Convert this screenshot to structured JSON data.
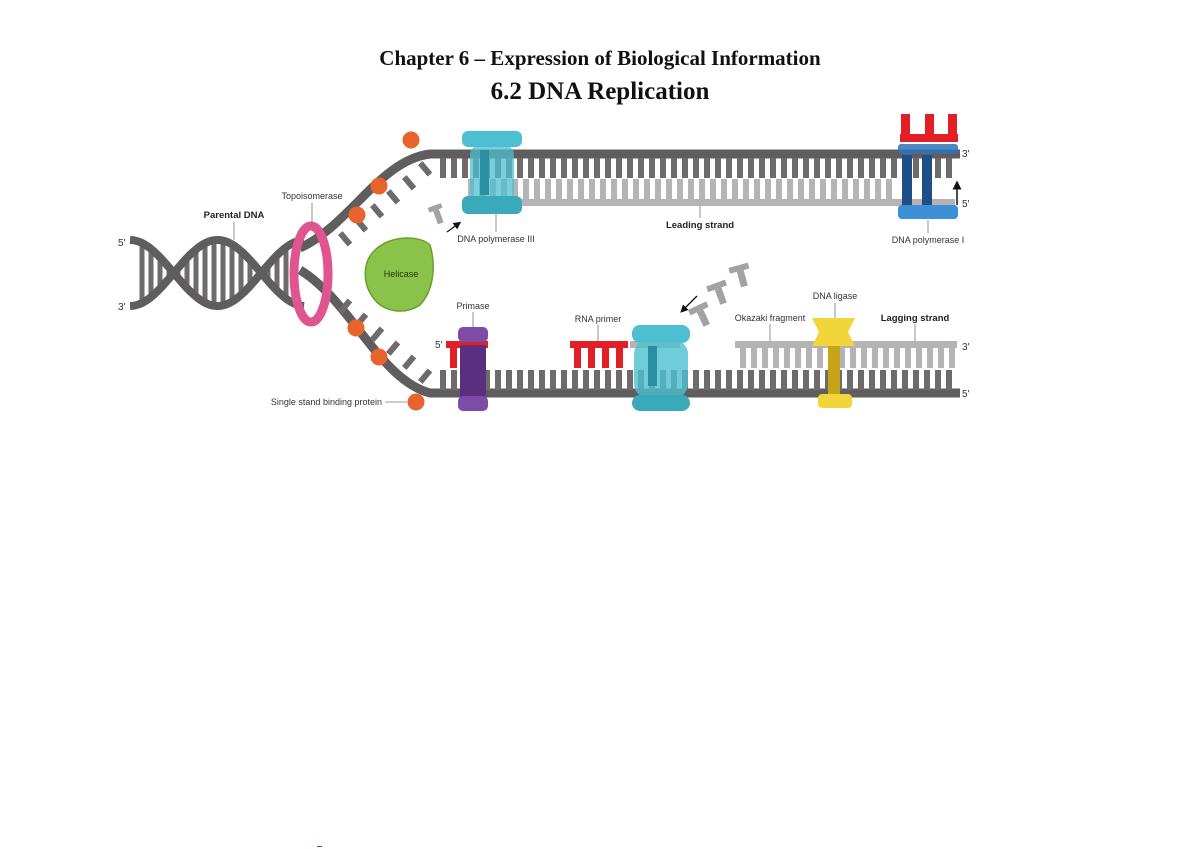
{
  "header": {
    "chapter": "Chapter 6 – Expression of Biological Information",
    "section": "6.2 DNA Replication"
  },
  "labels": {
    "parental_dna": "Parental DNA",
    "topoisomerase": "Topoisomerase",
    "helicase": "Helicase",
    "dna_pol_3": "DNA polymerase III",
    "leading_strand": "Leading strand",
    "dna_pol_1": "DNA polymerase I",
    "primase": "Primase",
    "rna_primer": "RNA primer",
    "okazaki": "Okazaki fragment",
    "dna_ligase": "DNA ligase",
    "lagging_strand": "Lagging strand",
    "ssb": "Single stand binding protein"
  },
  "ends": {
    "left_top": "5'",
    "left_bottom": "3'",
    "top_right_3": "3'",
    "top_right_5": "5'",
    "primase_5": "5'",
    "bottom_right_3": "3'",
    "bottom_right_5": "5'"
  },
  "colors": {
    "backbone": "#5f5d5e",
    "new_strand": "#b5b3b4",
    "rung": "#6d6b6c",
    "topoisomerase": "#e0558f",
    "helicase": "#8bc34a",
    "ssb": "#e8642c",
    "polymerase_3": "#4dbfd0",
    "polymerase_1": "#2f74b8",
    "primer": "#e21f26",
    "primase": "#6a3d8f",
    "ligase": "#e6c41d"
  }
}
